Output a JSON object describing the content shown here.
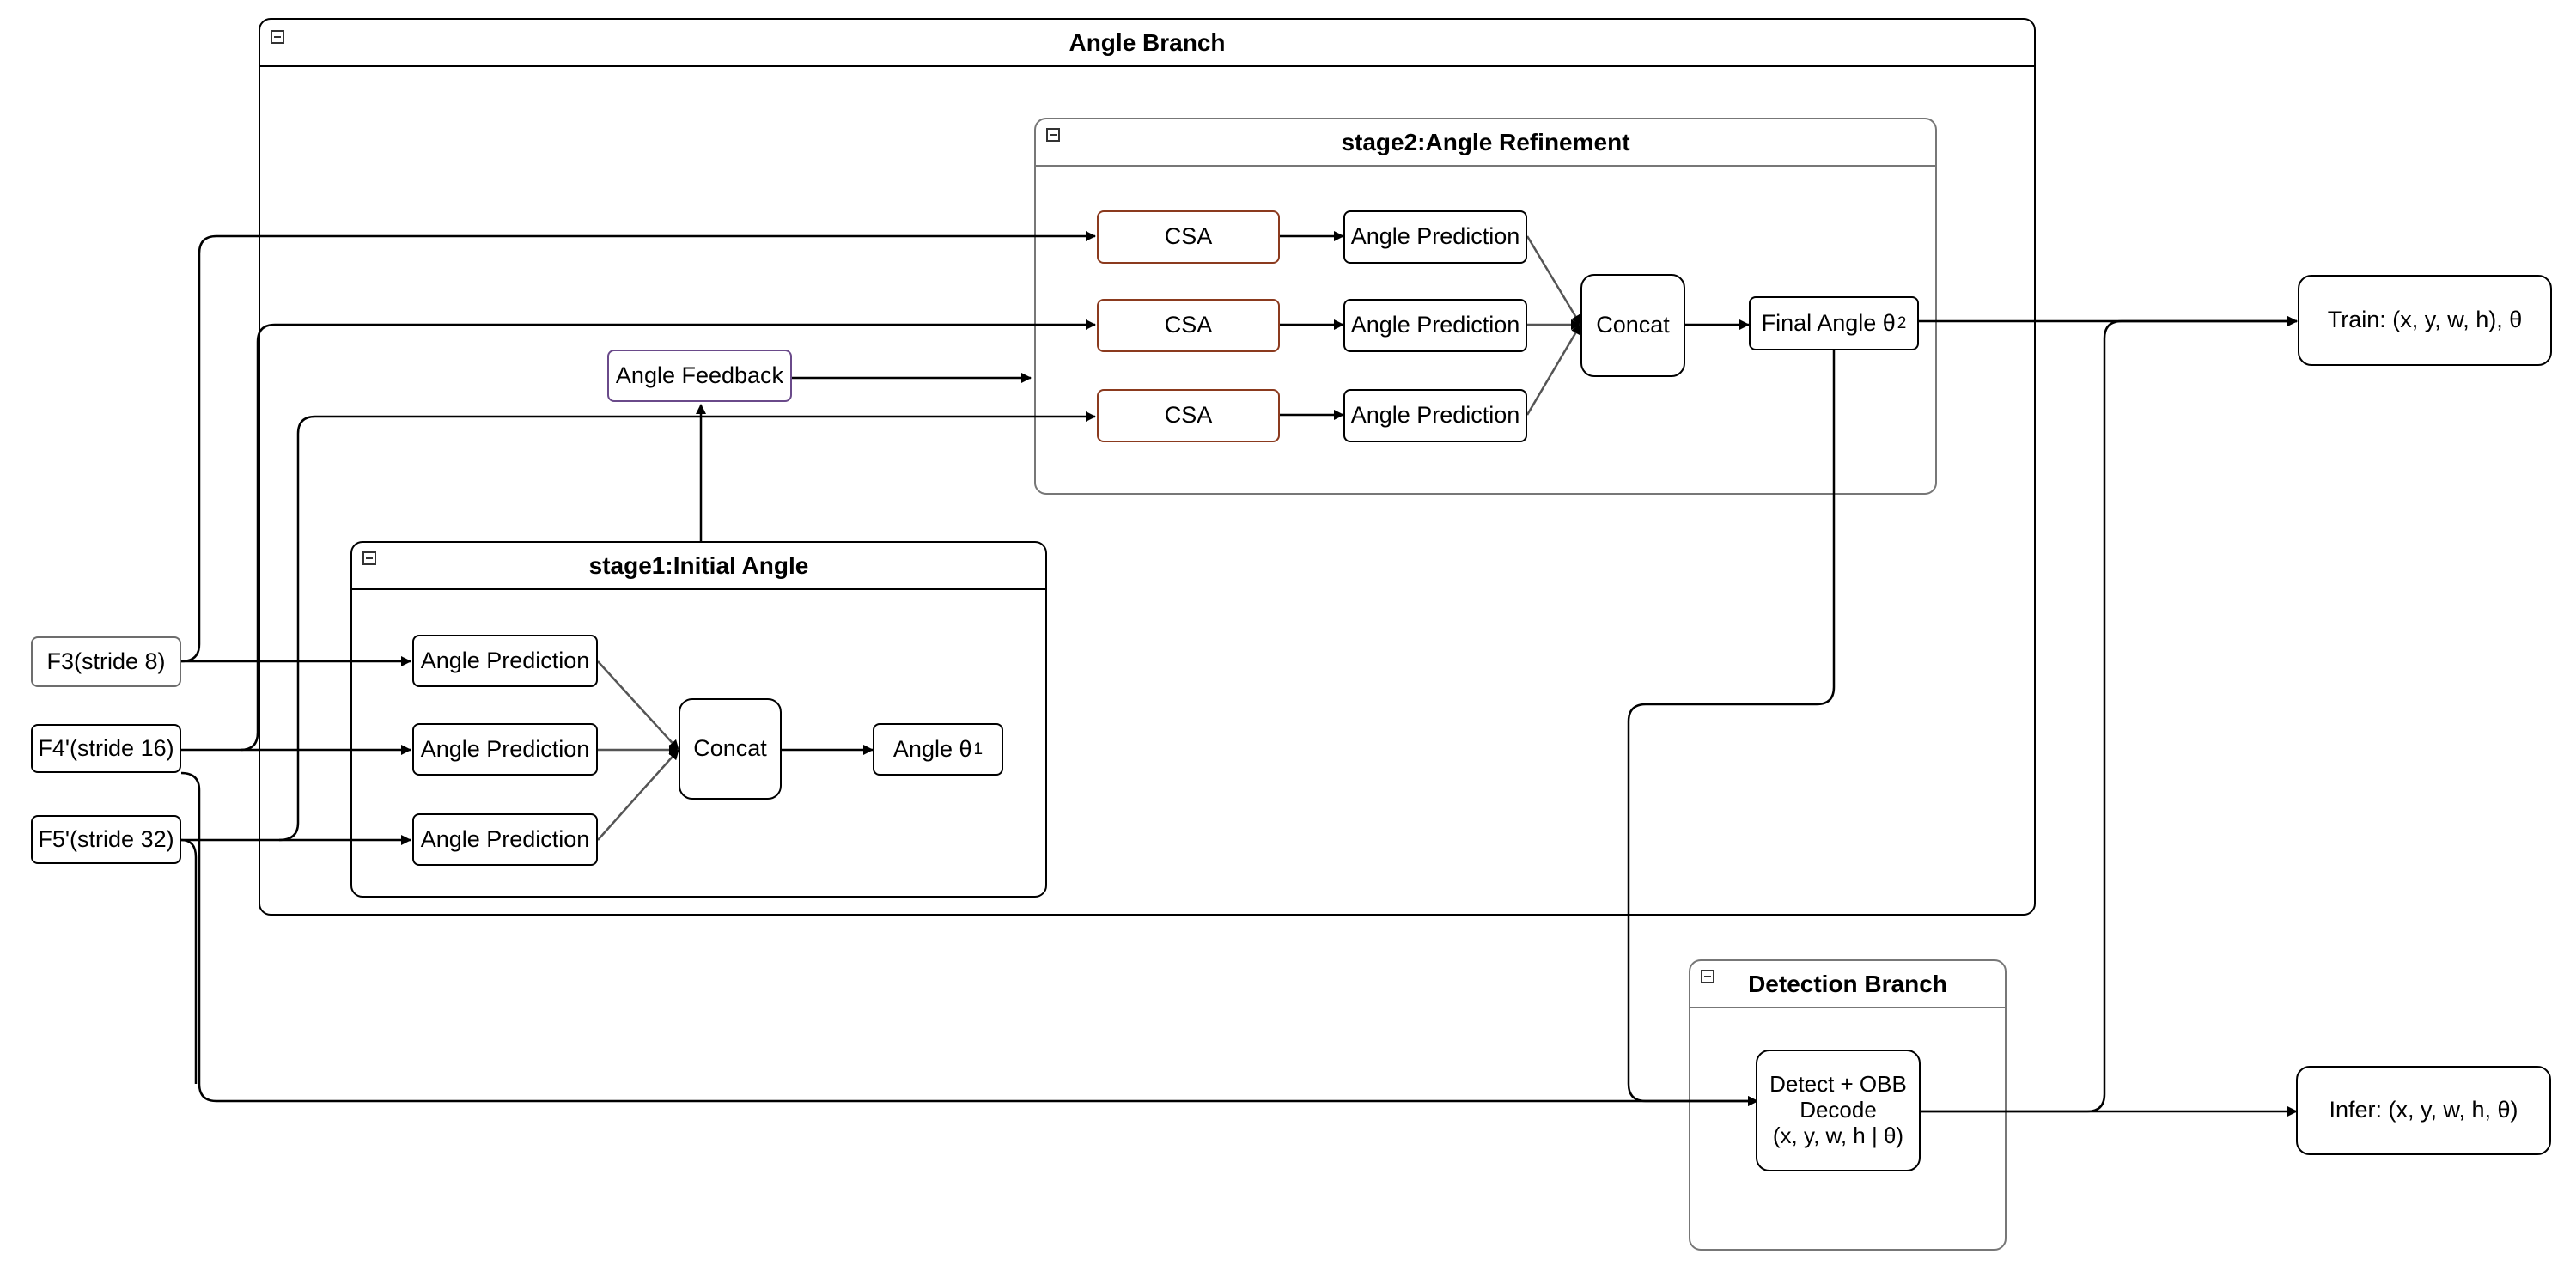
{
  "containers": {
    "angle_branch": "Angle Branch",
    "stage2": "stage2:Angle Refinement",
    "stage1": "stage1:Initial Angle",
    "detection": "Detection Branch"
  },
  "inputs": {
    "f3": "F3(stride 8)",
    "f4": "F4'(stride 16)",
    "f5": "F5'(stride 32)"
  },
  "stage1": {
    "pred1": "Angle Prediction",
    "pred2": "Angle Prediction",
    "pred3": "Angle Prediction",
    "concat": "Concat",
    "angle_main": "Angle θ",
    "angle_sub": "1"
  },
  "stage2": {
    "csa1": "CSA",
    "csa2": "CSA",
    "csa3": "CSA",
    "pred1": "Angle Prediction",
    "pred2": "Angle Prediction",
    "pred3": "Angle Prediction",
    "concat": "Concat",
    "final_main": "Final Angle θ",
    "final_sub": "2"
  },
  "feedback": "Angle Feedback",
  "detection": {
    "line1": "Detect + OBB",
    "line2": "Decode",
    "line3": "(x, y, w, h | θ)"
  },
  "outputs": {
    "train": "Train: (x, y, w, h), θ",
    "infer": "Infer: (x, y, w, h, θ)"
  }
}
